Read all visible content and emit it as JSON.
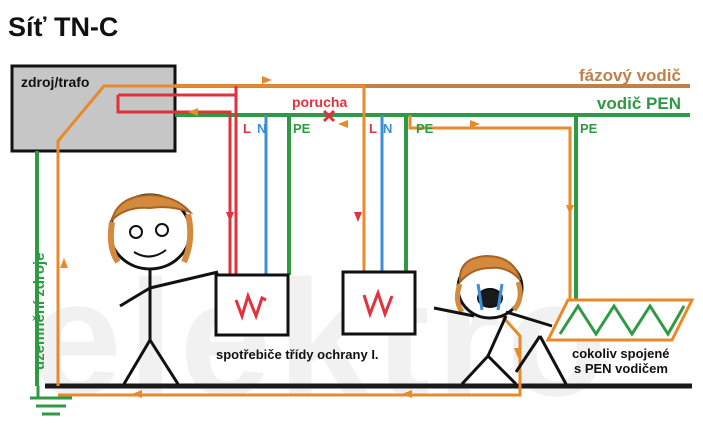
{
  "title": "Síť TN-C",
  "source_label": "zdroj/trafo",
  "phase_label": "fázový vodič",
  "pen_label": "vodič PEN",
  "fault_label": "porucha",
  "earthing_label": "uzemnění zdroje",
  "appliances_caption": "spotřebiče třídy ochrany I.",
  "pen_connected_caption_line1": "cokoliv spojené",
  "pen_connected_caption_line2": "s PEN vodičem",
  "terminal_labels": {
    "l1": "L",
    "n1": "N",
    "pe1": "PE",
    "l2": "L",
    "n2": "N",
    "pe2": "PE",
    "pe3": "PE"
  },
  "watermark_text": "elektro",
  "colors": {
    "phase": "#c0804a",
    "pen": "#2f9a44",
    "live": "#e0323a",
    "neutral": "#3a8fd6",
    "current_arrow": "#e8892a",
    "fault_mark": "#e0323a",
    "source_fill": "#c6c6c6",
    "ground": "#1a1a1a"
  },
  "icons": [
    "fault-x-icon",
    "earth-ground-icon",
    "heating-element-icon",
    "troll-face-icon",
    "crying-face-icon"
  ]
}
